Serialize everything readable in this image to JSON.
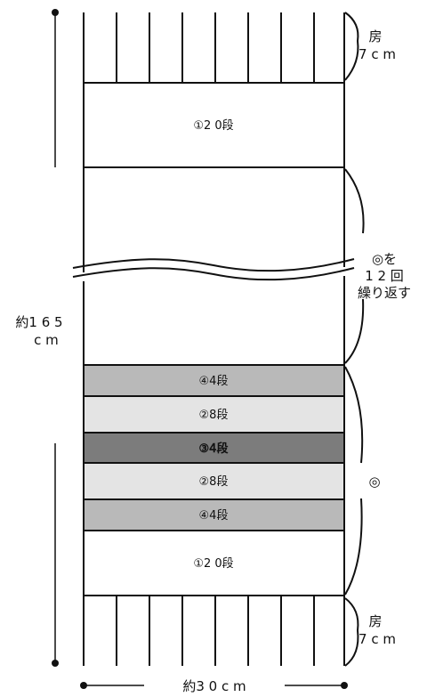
{
  "fringe_top": {
    "label": "房",
    "length": "7 c m"
  },
  "fringe_bottom": {
    "label": "房",
    "length": "7 c m"
  },
  "total_length": {
    "prefix": "約1 6 5",
    "unit": "c m"
  },
  "width_label": "約3 0 c m",
  "repeat_note": {
    "line1": "◎を",
    "line2": "1 2 回",
    "line3": "繰り返す"
  },
  "repeat_symbol": "◎",
  "bands": {
    "top": "①2 0段",
    "b1": "④4段",
    "b2": "②8段",
    "b3": "③4段",
    "b4": "②8段",
    "b5": "④4段",
    "bottom": "①2 0段"
  },
  "colors": {
    "line": "#111111",
    "band_4": "#b9b9b9",
    "band_8": "#e4e4e4",
    "band_3": "#7c7c7c",
    "white": "#ffffff"
  }
}
